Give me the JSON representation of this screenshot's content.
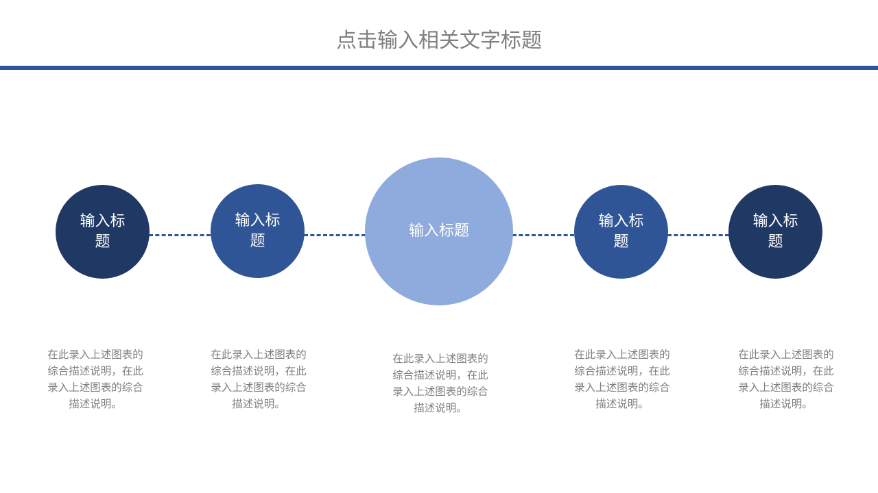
{
  "title": "点击输入相关文字标题",
  "colors": {
    "accent": "#2f5597",
    "dark": "#203864",
    "light": "#8faadc",
    "text": "#7f7f7f"
  },
  "steps": [
    {
      "label": "输入标题",
      "color": "#203864",
      "desc": "在此录入上述图表的综合描述说明，在此录入上述图表的综合描述说明。"
    },
    {
      "label": "输入标题",
      "color": "#2f5597",
      "desc": "在此录入上述图表的综合描述说明，在此录入上述图表的综合描述说明。"
    },
    {
      "label": "输入标题",
      "color": "#8faadc",
      "desc": "在此录入上述图表的综合描述说明，在此录入上述图表的综合描述说明。"
    },
    {
      "label": "输入标题",
      "color": "#2f5597",
      "desc": "在此录入上述图表的综合描述说明，在此录入上述图表的综合描述说明。"
    },
    {
      "label": "输入标题",
      "color": "#203864",
      "desc": "在此录入上述图表的综合描述说明，在此录入上述图表的综合描述说明。"
    }
  ]
}
